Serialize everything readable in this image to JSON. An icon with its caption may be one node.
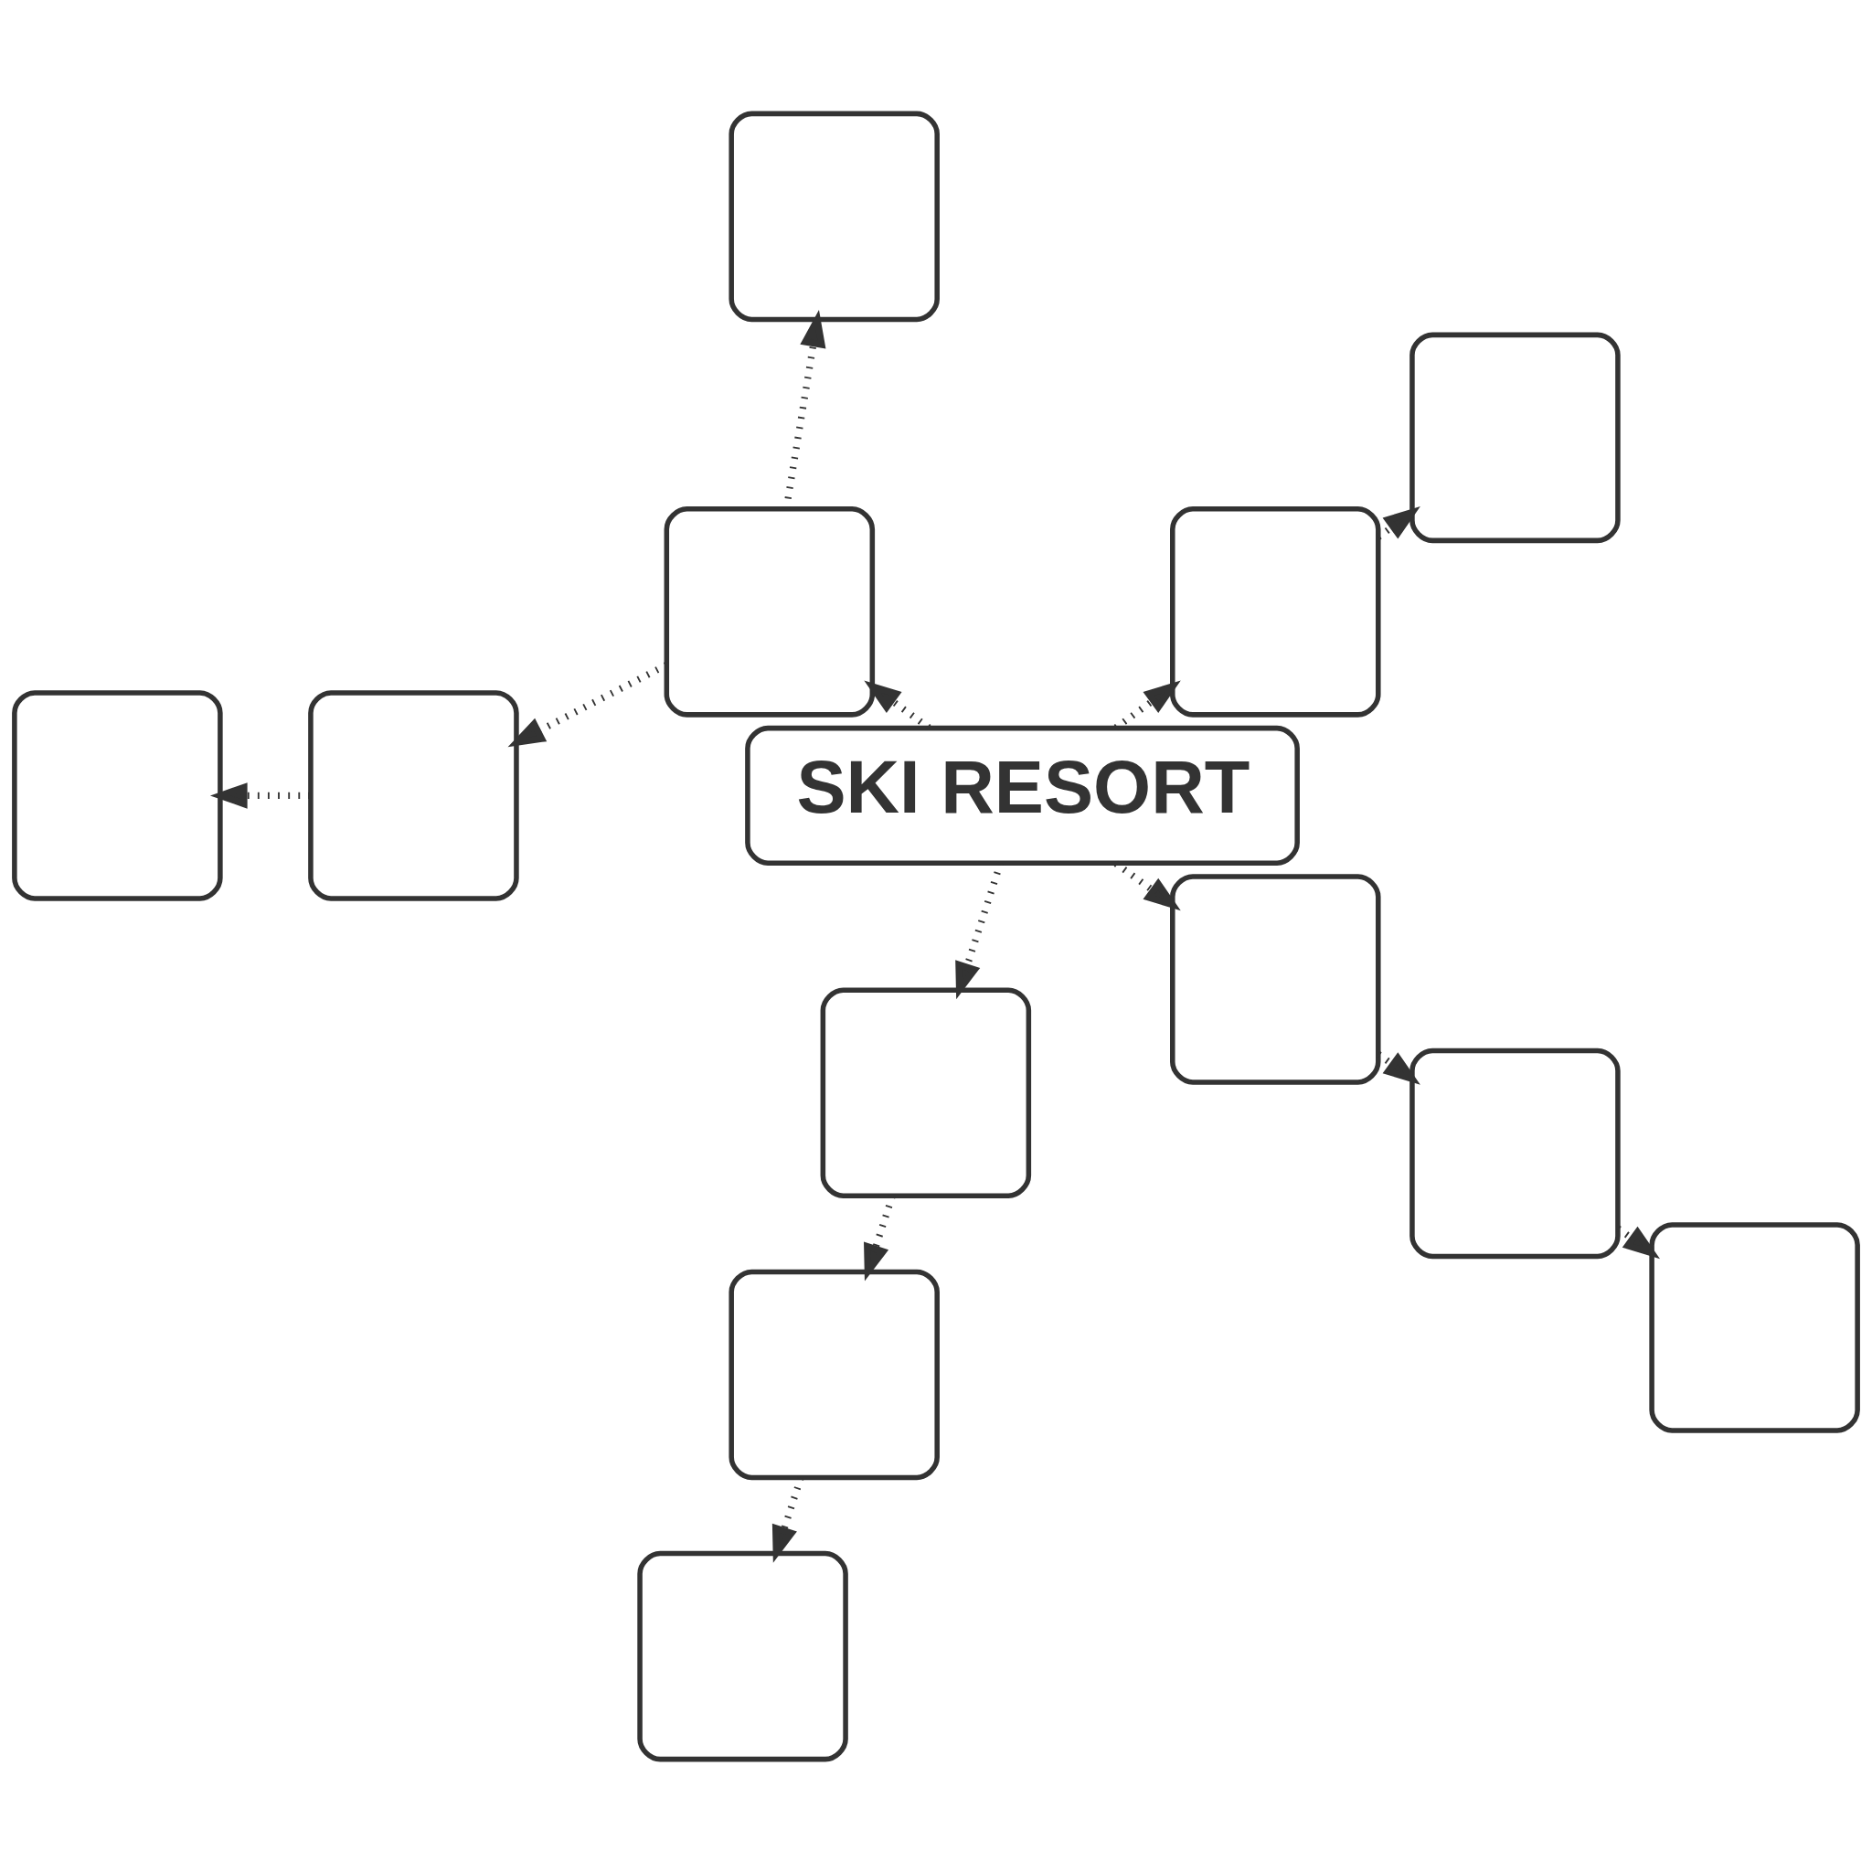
{
  "diagram": {
    "nodes": [
      {
        "text": [],
        "shape": "box"
      },
      {
        "text": [],
        "shape": "box"
      },
      {
        "text": [],
        "shape": "box"
      },
      {
        "text": [],
        "shape": "box"
      },
      {
        "text": [],
        "shape": "box"
      },
      {
        "text": [],
        "shape": "box"
      },
      {
        "text": [
          "SKI RESORT"
        ]
      },
      {
        "text": [],
        "shape": "box"
      },
      {
        "text": [],
        "shape": "box"
      },
      {
        "text": [],
        "shape": "box"
      },
      {
        "text": [],
        "shape": "box"
      },
      {
        "text": [],
        "shape": "box"
      },
      {
        "text": [],
        "shape": "box"
      }
    ],
    "edges": [
      {
        "from": 1,
        "to": 0,
        "arrow": "to"
      },
      {
        "from": 2,
        "to": 4,
        "arrow": "to"
      },
      {
        "from": 6,
        "to": 1,
        "arrow": "to"
      },
      {
        "from": 5,
        "to": 3,
        "arrow": "to"
      },
      {
        "from": 7,
        "to": 2,
        "arrow": "to"
      },
      {
        "from": 6,
        "to": 5,
        "arrow": "to"
      },
      {
        "from": 6,
        "to": 7,
        "arrow": "to"
      },
      {
        "from": 5,
        "to": 8,
        "arrow": "to"
      },
      {
        "from": 6,
        "to": 11,
        "arrow": "to"
      },
      {
        "from": 8,
        "to": 10,
        "arrow": "to"
      },
      {
        "from": 11,
        "to": 9,
        "arrow": "to"
      },
      {
        "from": 9,
        "to": 12,
        "arrow": "to"
      }
    ]
  }
}
